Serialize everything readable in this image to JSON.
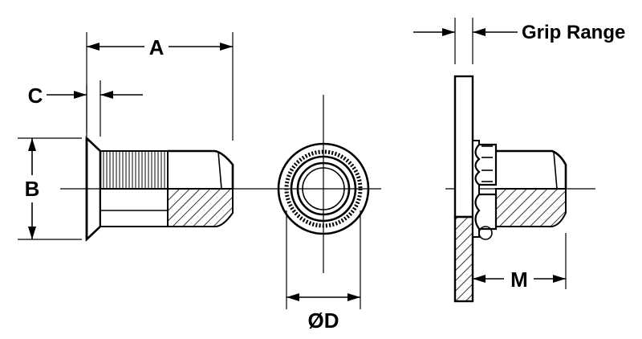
{
  "labels": {
    "a": "A",
    "b": "B",
    "c": "C",
    "d": "ØD",
    "m": "M",
    "grip": "Grip Range"
  }
}
